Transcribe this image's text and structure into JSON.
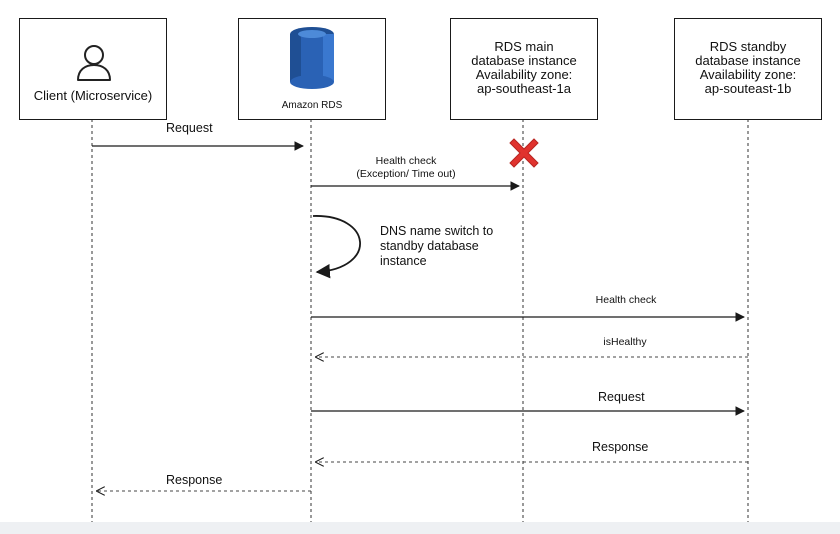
{
  "actors": {
    "client": {
      "label": "Client (Microservice)",
      "icon": "user-icon"
    },
    "rds": {
      "label": "Amazon RDS",
      "icon": "amazon-rds-logo"
    },
    "main": {
      "label": "RDS main\ndatabase instance\nAvailability zone:\nap-southeast-1a"
    },
    "standby": {
      "label": "RDS standby\ndatabase instance\nAvailability zone:\nap-souteast-1b"
    }
  },
  "messages": {
    "request_1": "Request",
    "health_check_1": "Health check\n(Exception/ Time out)",
    "dns_switch": "DNS name switch to\nstandby database\ninstance",
    "health_check_2": "Health check",
    "is_healthy": "isHealthy",
    "request_2": "Request",
    "response_1": "Response",
    "response_2": "Response"
  },
  "colors": {
    "line": "#1a1a1a",
    "failure_mark": "#e0332e",
    "rds_logo": "#2a62b5"
  },
  "icons": {
    "failure": "red-x-icon"
  }
}
